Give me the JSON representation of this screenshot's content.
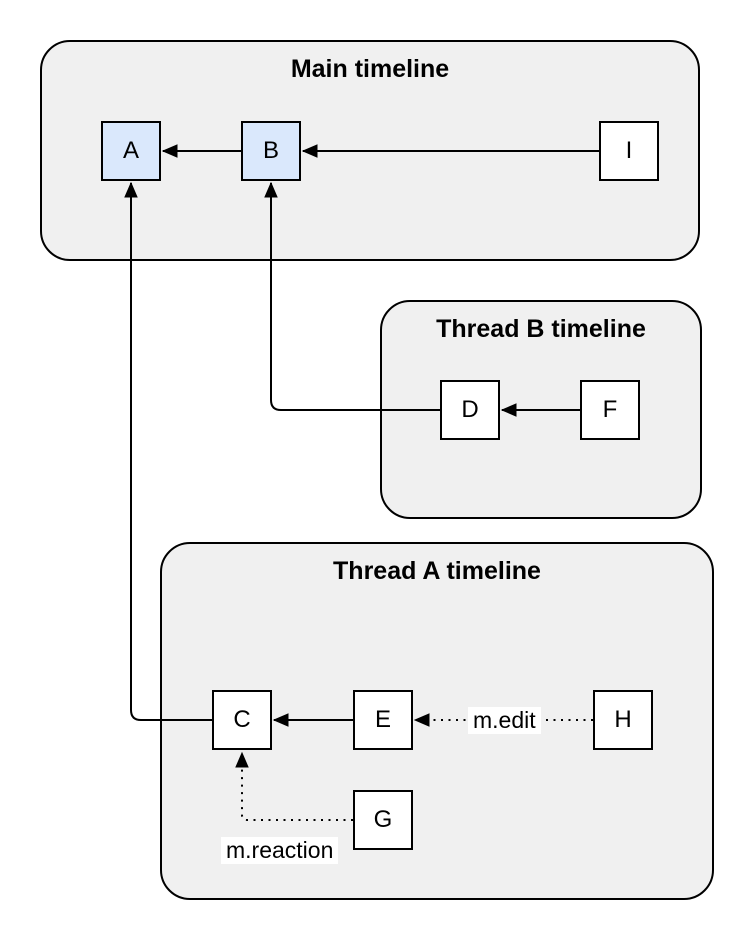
{
  "diagram": {
    "kind": "event-timeline-diagram",
    "containers": [
      {
        "id": "main",
        "title": "Main timeline"
      },
      {
        "id": "thread-b",
        "title": "Thread B timeline"
      },
      {
        "id": "thread-a",
        "title": "Thread A timeline"
      }
    ],
    "nodes": [
      {
        "id": "A",
        "label": "A",
        "container": "main",
        "highlighted": true
      },
      {
        "id": "B",
        "label": "B",
        "container": "main",
        "highlighted": true
      },
      {
        "id": "I",
        "label": "I",
        "container": "main",
        "highlighted": false
      },
      {
        "id": "D",
        "label": "D",
        "container": "thread-b",
        "highlighted": false
      },
      {
        "id": "F",
        "label": "F",
        "container": "thread-b",
        "highlighted": false
      },
      {
        "id": "C",
        "label": "C",
        "container": "thread-a",
        "highlighted": false
      },
      {
        "id": "E",
        "label": "E",
        "container": "thread-a",
        "highlighted": false
      },
      {
        "id": "H",
        "label": "H",
        "container": "thread-a",
        "highlighted": false
      },
      {
        "id": "G",
        "label": "G",
        "container": "thread-a",
        "highlighted": false
      }
    ],
    "edges": [
      {
        "from": "B",
        "to": "A",
        "style": "solid",
        "label": ""
      },
      {
        "from": "I",
        "to": "B",
        "style": "solid",
        "label": ""
      },
      {
        "from": "F",
        "to": "D",
        "style": "solid",
        "label": ""
      },
      {
        "from": "D",
        "to": "B",
        "style": "solid",
        "label": ""
      },
      {
        "from": "E",
        "to": "C",
        "style": "solid",
        "label": ""
      },
      {
        "from": "C",
        "to": "A",
        "style": "solid",
        "label": ""
      },
      {
        "from": "H",
        "to": "E",
        "style": "dotted",
        "label": "m.edit"
      },
      {
        "from": "G",
        "to": "C",
        "style": "dotted",
        "label": "m.reaction"
      }
    ],
    "colors": {
      "background": "#ffffff",
      "container_fill": "#f0f0f0",
      "container_stroke": "#000000",
      "node_fill": "#ffffff",
      "node_highlight_fill": "#dae8fc",
      "node_stroke": "#000000",
      "edge_stroke": "#000000",
      "label_background": "#ffffff"
    }
  }
}
